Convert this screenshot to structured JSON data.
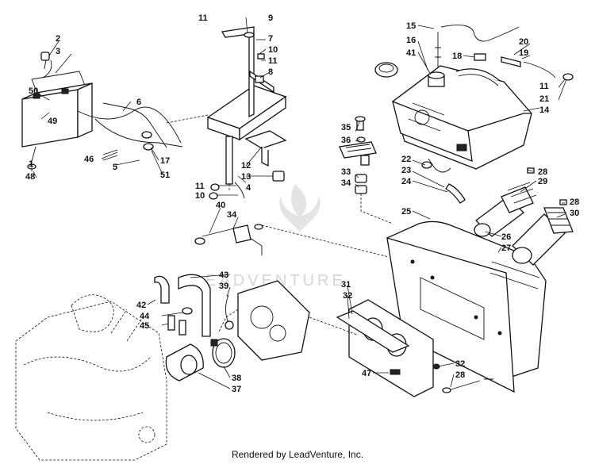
{
  "watermark": "LEADVENTURE",
  "credit": "Rendered by LeadVenture, Inc.",
  "callouts": {
    "c1": "1",
    "c2": "2",
    "c3": "3",
    "c4": "4",
    "c5": "5",
    "c6": "6",
    "c7": "7",
    "c8": "8",
    "c9": "9",
    "c10a": "10",
    "c10b": "10",
    "c11a": "11",
    "c11b": "11",
    "c11c": "11",
    "c11d": "11",
    "c12": "12",
    "c13": "13",
    "c14": "14",
    "c15": "15",
    "c16": "16",
    "c17": "17",
    "c18": "18",
    "c19": "19",
    "c20": "20",
    "c21": "21",
    "c22": "22",
    "c23": "23",
    "c24": "24",
    "c25": "25",
    "c26": "26",
    "c27": "27",
    "c28a": "28",
    "c28b": "28",
    "c28c": "28",
    "c29": "29",
    "c30": "30",
    "c31": "31",
    "c32a": "32",
    "c32b": "32",
    "c33": "33",
    "c34a": "34",
    "c34b": "34",
    "c35": "35",
    "c36": "36",
    "c37": "37",
    "c38": "38",
    "c39": "39",
    "c40": "40",
    "c41": "41",
    "c42": "42",
    "c43": "43",
    "c44": "44",
    "c45": "45",
    "c46": "46",
    "c47": "47",
    "c48": "48",
    "c49": "49",
    "c50": "50",
    "c51": "51"
  }
}
